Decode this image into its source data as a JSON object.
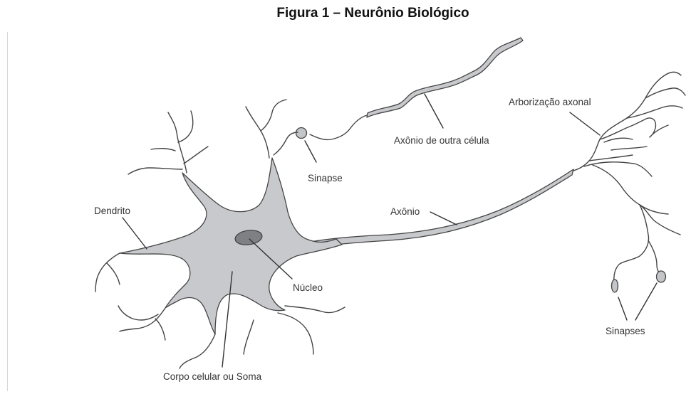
{
  "figure": {
    "title": "Figura 1 – Neurônio Biológico"
  },
  "labels": {
    "dendrito": "Dendrito",
    "corpo_celular": "Corpo celular ou Soma",
    "nucleo": "Núcleo",
    "sinapse": "Sinapse",
    "axonio_outra_celula": "Axônio de outra célula",
    "axonio": "Axônio",
    "arborizacao_axonal": "Arborização axonal",
    "sinapses": "Sinapses"
  },
  "colors": {
    "cell_fill": "#c8c9cc",
    "nucleus_fill": "#7f8083",
    "outline": "#444444",
    "text": "#333333"
  }
}
